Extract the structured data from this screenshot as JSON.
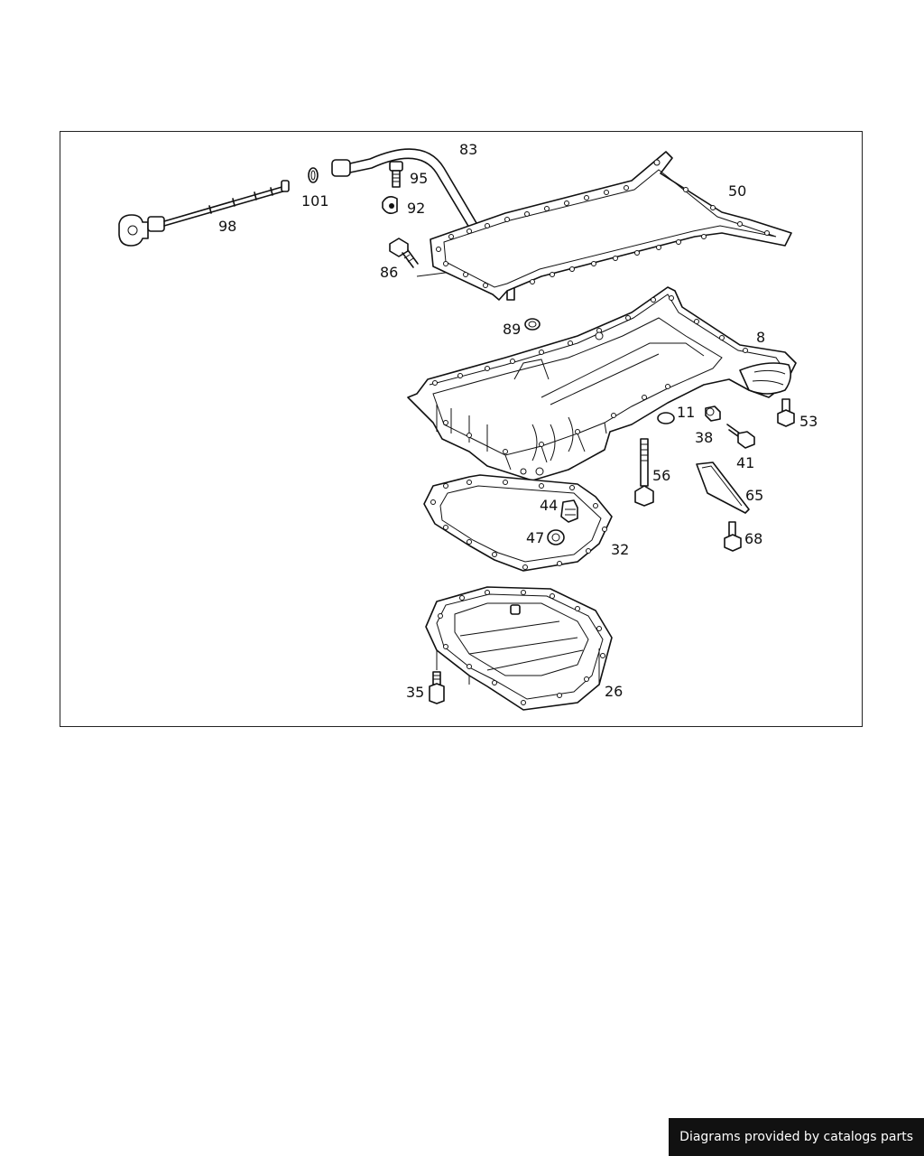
{
  "diagram": {
    "callouts": {
      "p98": "98",
      "p101": "101",
      "p83": "83",
      "p95": "95",
      "p92": "92",
      "p86": "86",
      "p50": "50",
      "p89": "89",
      "p8": "8",
      "p11": "11",
      "p38": "38",
      "p41": "41",
      "p53": "53",
      "p56": "56",
      "p65": "65",
      "p44": "44",
      "p47": "47",
      "p32": "32",
      "p68": "68",
      "p35": "35",
      "p26": "26"
    }
  },
  "footer": {
    "credit": "Diagrams provided by catalogs parts"
  }
}
